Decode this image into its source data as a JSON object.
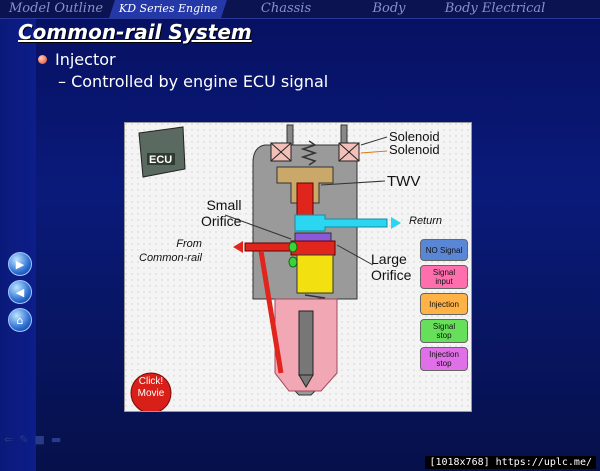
{
  "nav": {
    "tabs": [
      "Model Outline",
      "KD Series Engine",
      "Chassis",
      "Body",
      "Body Electrical"
    ],
    "active": 1
  },
  "slide": {
    "title": "Common-rail System",
    "bullet_main": "Injector",
    "bullet_sub": "– Controlled by engine ECU signal"
  },
  "diagram": {
    "ecu_label": "ECU",
    "solenoid_1": "Solenoid",
    "solenoid_2": "Solenoid",
    "twv": "TWV",
    "small_orifice": "Small\nOrifice",
    "return": "Return",
    "from_rail": "From\nCommon-rail",
    "large_orifice": "Large\nOrifice",
    "movie_button": "Click!\nMovie",
    "steps": [
      {
        "label": "NO Signal",
        "color": "#5a86d6"
      },
      {
        "label": "Signal\ninput",
        "color": "#ff6fae"
      },
      {
        "label": "Injection",
        "color": "#ffb347"
      },
      {
        "label": "Signal\nstop",
        "color": "#66e05a"
      },
      {
        "label": "Injection\nstop",
        "color": "#e070e8"
      }
    ]
  },
  "side_nav": [
    "forward-arrow-icon",
    "back-arrow-icon",
    "home-icon"
  ],
  "watermark": "[1018x768] https://uplc.me/"
}
